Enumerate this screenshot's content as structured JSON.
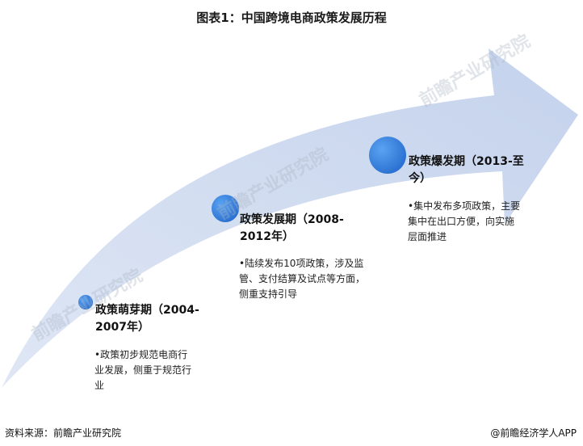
{
  "title": "图表1：中国跨境电商政策发展历程",
  "stages": [
    {
      "name": "政策萌芽期（2004-2007年）",
      "desc": "•政策初步规范电商行业发展，侧重于规范行业"
    },
    {
      "name": "政策发展期（2008-2012年）",
      "desc": "•陆续发布10项政策，涉及监管、支付结算及试点等方面，侧重支持引导"
    },
    {
      "name": "政策爆发期（2013-至今）",
      "desc": "•集中发布多项政策，主要集中在出口方便，向实施层面推进"
    }
  ],
  "footer": {
    "source": "资料来源：前瞻产业研究院",
    "copyright": "@前瞻经济学人APP"
  },
  "watermark": "前瞻产业研究院",
  "colors": {
    "arrow": "#c9d6ee",
    "circle": "#2f7ad8",
    "circle_highlight": "#4a95ee"
  }
}
